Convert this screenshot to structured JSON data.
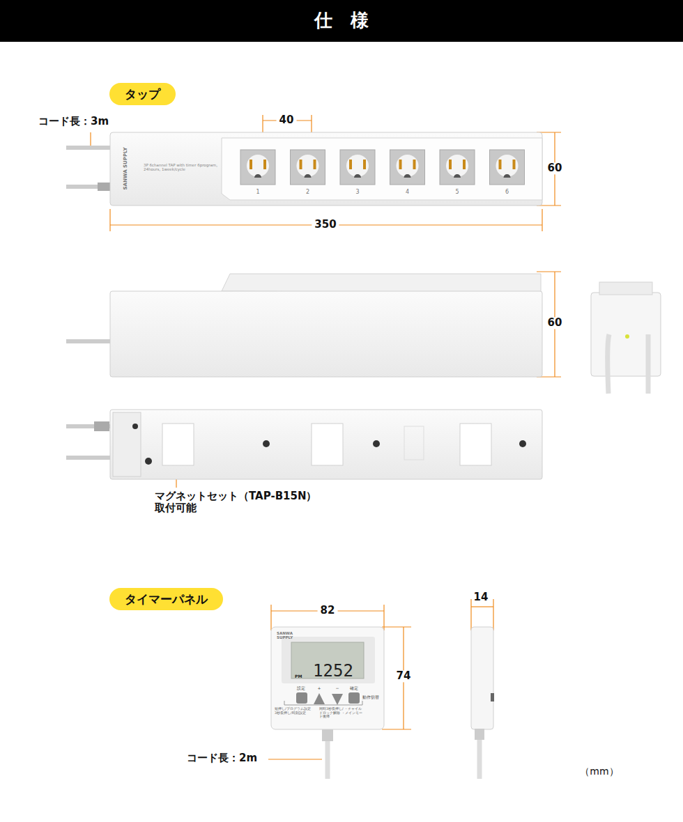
{
  "diagram": {
    "title": "仕　様",
    "nodes": [
      {
        "text": [
          "タップ"
        ]
      },
      {
        "text": [
          "タイマーパネル"
        ]
      }
    ],
    "labels": [
      "コード長：3m",
      "SANWA SUPPLY",
      "3P 6channel TAP with timer 6program, 24hours, 1week/cycle",
      "1",
      "2",
      "3",
      "4",
      "5",
      "6",
      "40",
      "60",
      "350",
      "60",
      "マグネットセット（TAP-B15N） 取付可能",
      "SANWA SUPPLY",
      "PM",
      "1252",
      "設定",
      "+",
      "−",
      "確定",
      "動作切替",
      "短押し/プログラム設定 3秒長押し/時刻設定",
      "同時3秒長押し/ ・チャイルドロック解除 ・メインモード復帰",
      "82",
      "14",
      "74",
      "コード長：2m",
      "（mm）"
    ]
  }
}
